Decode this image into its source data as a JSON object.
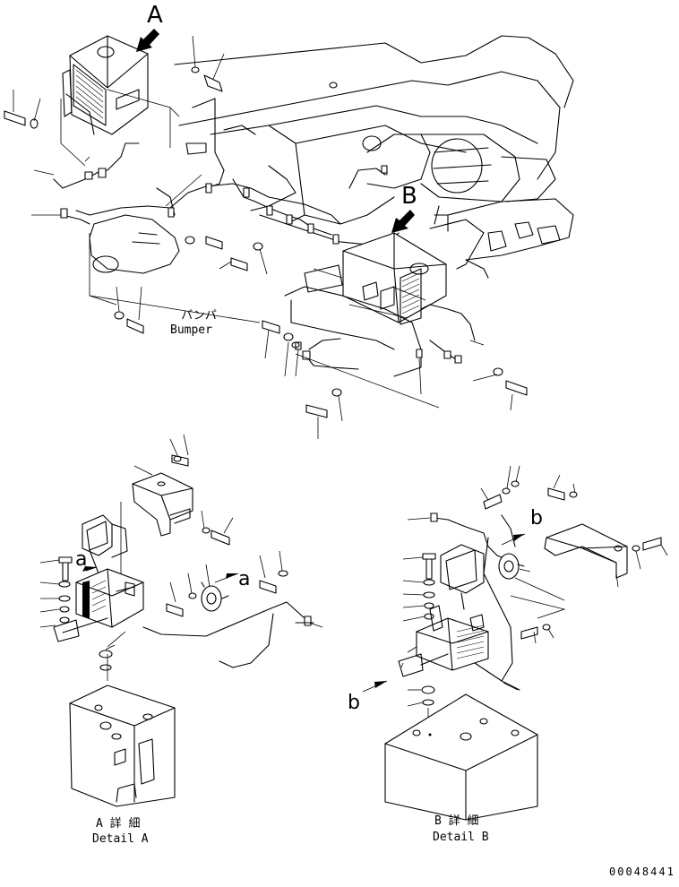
{
  "labels": {
    "view_a": "A",
    "view_b": "B",
    "bumper_jp": "バンパ",
    "bumper_en": "Bumper",
    "arrow_a": "a",
    "arrow_a2": "a",
    "arrow_b": "b",
    "arrow_b2": "b",
    "detail_a_jp": "A 詳 細",
    "detail_a_en": "Detail A",
    "detail_b_jp": "B 詳 細",
    "detail_b_en": "Detail B",
    "drawing_no": "00048441"
  }
}
